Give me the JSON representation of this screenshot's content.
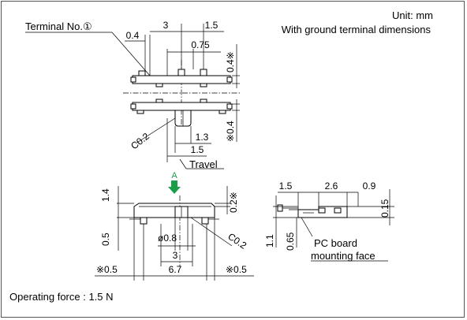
{
  "header": {
    "unit": "Unit: mm",
    "subtitle": "With ground terminal dimensions",
    "terminal_label": "Terminal No.①"
  },
  "top_view": {
    "dim_0_4": "0.4",
    "dim_3": "3",
    "dim_1_5_top": "1.5",
    "dim_0_75": "0.75",
    "dim_0_4_ref_top": "0.4※",
    "dim_0_4_ref_bottom": "※0.4",
    "chamfer": "C0.2",
    "dim_1_3": "1.3",
    "dim_1_5_bottom": "1.5",
    "travel": "Travel"
  },
  "front_view": {
    "arrow_label": "A",
    "arrow_color": "#1a9e4a",
    "dim_1_4": "1.4",
    "dim_0_2_ref": "0.2※",
    "dim_0_5": "0.5",
    "dim_dia_0_8": "ø0.8",
    "chamfer": "C0.2",
    "dim_3": "3",
    "dim_0_5_left": "※0.5",
    "dim_6_7": "6.7",
    "dim_0_5_right": "※0.5"
  },
  "side_view": {
    "dim_1_5": "1.5",
    "dim_2_6": "2.6",
    "dim_0_9": "0.9",
    "dim_0_15": "0.15",
    "dim_1_1": "1.1",
    "dim_0_65": "0.65",
    "pc_board_line1": "PC board",
    "pc_board_line2": "mounting  face"
  },
  "footer": {
    "operating_force": "Operating force : 1.5 N"
  }
}
